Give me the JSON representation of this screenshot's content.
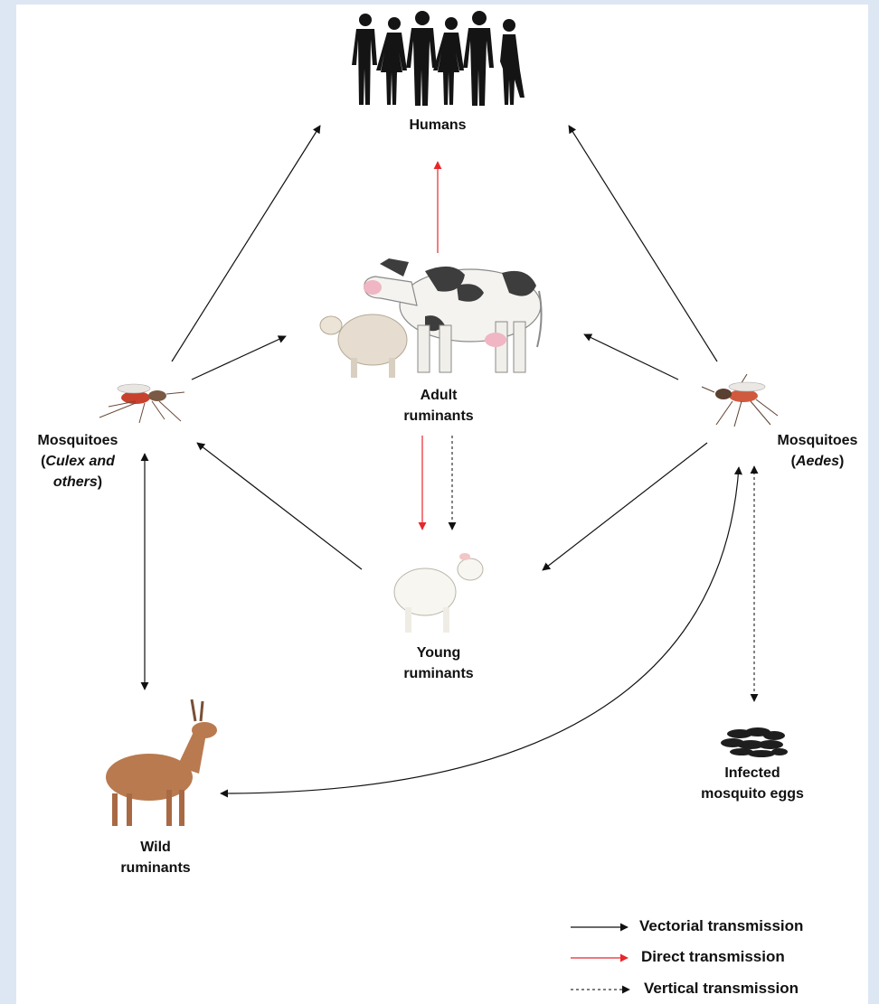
{
  "nodes": {
    "humans": "Humans",
    "adult_line1": "Adult",
    "adult_line2": "ruminants",
    "young_line1": "Young",
    "young_line2": "ruminants",
    "wild_line1": "Wild",
    "wild_line2": "ruminants",
    "culex_line1": "Mosquitoes",
    "culex_paren_open": "(",
    "culex_italic1": "Culex and",
    "culex_italic2": "others",
    "culex_paren_close": ")",
    "aedes_line1": "Mosquitoes",
    "aedes_paren_open": "(",
    "aedes_italic": "Aedes",
    "aedes_paren_close": ")",
    "eggs_line1": "Infected",
    "eggs_line2": "mosquito eggs"
  },
  "legend": {
    "vectorial": "Vectorial transmission",
    "direct": "Direct transmission",
    "vertical": "Vertical transmission"
  },
  "colors": {
    "vectorial": "#111111",
    "direct": "#e8262a",
    "vertical": "#333333"
  },
  "icons": [
    "human-silhouettes-icon",
    "cow-icon",
    "sheep-icon",
    "lamb-icon",
    "deer-icon",
    "culex-mosquito-icon",
    "aedes-mosquito-icon",
    "mosquito-eggs-icon"
  ]
}
